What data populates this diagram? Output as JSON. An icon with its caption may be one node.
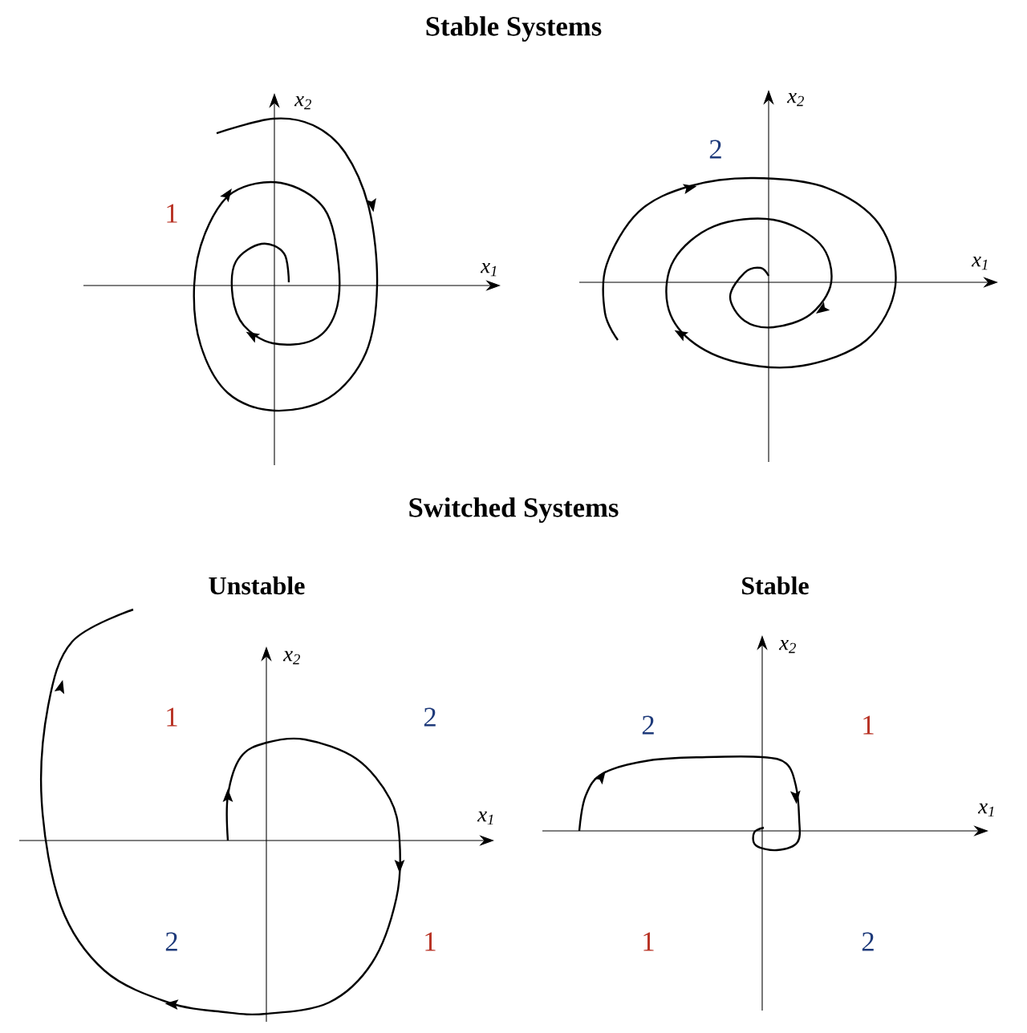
{
  "diagram": {
    "labels": [
      "Stable Systems",
      "x$_{2}$",
      "x$_{2}$",
      "2",
      "1",
      "x$_{1}$",
      "x$_{1}$",
      "Switched Systems",
      "Unstable",
      "Stable",
      "x$_{2}$",
      "x$_{2}$",
      "1",
      "2",
      "2",
      "1",
      "x$_{1}$",
      "x$_{1}$",
      "2",
      "1",
      "1",
      "2"
    ]
  }
}
